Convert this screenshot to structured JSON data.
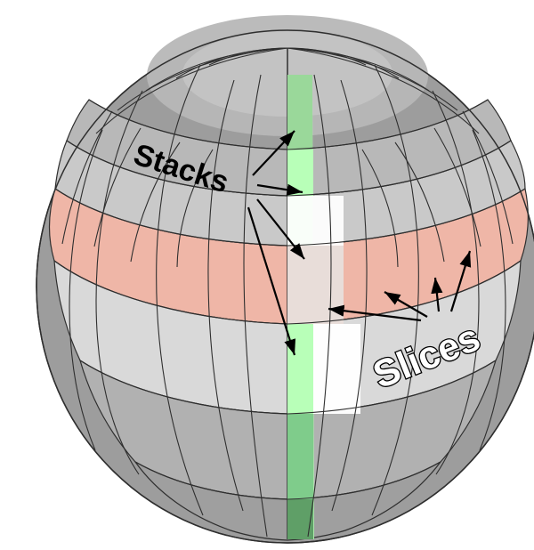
{
  "diagram": {
    "labels": {
      "stacks": "Stacks",
      "slices": "Slices"
    },
    "colors": {
      "sphere_gray": "#a6a6a6",
      "sphere_light": "#d6d6d6",
      "stack_highlight": "#b9f2b9",
      "slice_highlight": "#f6c1b3",
      "slice_center": "#e8ddd9",
      "outline": "#2f2f2f",
      "arrow": "#000000"
    },
    "icons": {
      "sphere": "uv-sphere-mesh",
      "arrow": "pointer-arrow"
    }
  }
}
